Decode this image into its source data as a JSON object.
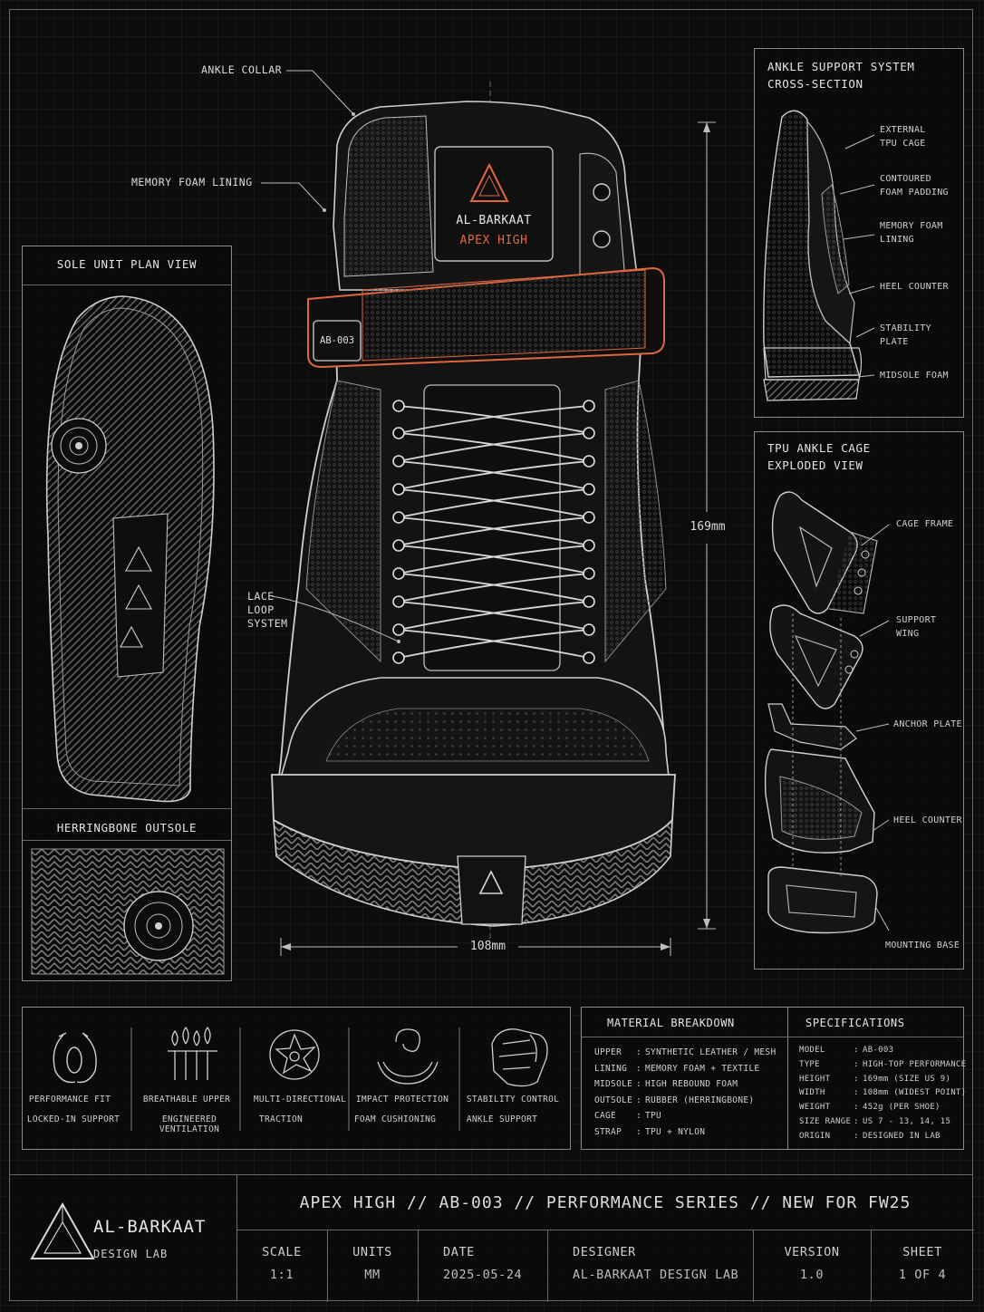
{
  "colors": {
    "accent": "#e0673f",
    "line": "#cfcfcf",
    "bg": "#0c0c0c"
  },
  "callouts": {
    "ankle_collar": "ANKLE COLLAR",
    "memory_foam_lining": "MEMORY FOAM LINING",
    "lace_loop_system": "LACE\nLOOP\nSYSTEM"
  },
  "shoe": {
    "brand_label": "AL-BARKAAT",
    "model_label": "APEX HIGH",
    "strap_tag": "AB-003",
    "height_dim": "169mm",
    "width_dim": "108mm"
  },
  "sole_panel": {
    "title": "SOLE UNIT PLAN VIEW",
    "outsole_title": "HERRINGBONE OUTSOLE"
  },
  "cross_section": {
    "title": "ANKLE SUPPORT SYSTEM\nCROSS-SECTION",
    "labels": [
      "EXTERNAL\nTPU CAGE",
      "CONTOURED\nFOAM PADDING",
      "MEMORY FOAM\nLINING",
      "HEEL COUNTER",
      "STABILITY PLATE",
      "MIDSOLE FOAM"
    ]
  },
  "cage": {
    "title": "TPU ANKLE CAGE\nEXPLODED VIEW",
    "labels": [
      "CAGE FRAME",
      "SUPPORT WING",
      "ANCHOR PLATE",
      "HEEL COUNTER",
      "MOUNTING BASE"
    ]
  },
  "features": [
    {
      "icon": "performance-fit-icon",
      "line1": "PERFORMANCE FIT",
      "line2": "LOCKED-IN SUPPORT"
    },
    {
      "icon": "breathable-upper-icon",
      "line1": "BREATHABLE UPPER",
      "line2": "ENGINEERED VENTILATION"
    },
    {
      "icon": "traction-icon",
      "line1": "MULTI-DIRECTIONAL",
      "line2": "TRACTION"
    },
    {
      "icon": "impact-protection-icon",
      "line1": "IMPACT PROTECTION",
      "line2": "FOAM CUSHIONING"
    },
    {
      "icon": "stability-control-icon",
      "line1": "STABILITY CONTROL",
      "line2": "ANKLE SUPPORT"
    }
  ],
  "materials": {
    "title": "MATERIAL BREAKDOWN",
    "rows": [
      {
        "k": "UPPER",
        "v": "SYNTHETIC LEATHER / MESH"
      },
      {
        "k": "LINING",
        "v": "MEMORY FOAM + TEXTILE"
      },
      {
        "k": "MIDSOLE",
        "v": "HIGH REBOUND FOAM"
      },
      {
        "k": "OUTSOLE",
        "v": "RUBBER (HERRINGBONE)"
      },
      {
        "k": "CAGE",
        "v": "TPU"
      },
      {
        "k": "STRAP",
        "v": "TPU + NYLON"
      }
    ]
  },
  "specs": {
    "title": "SPECIFICATIONS",
    "rows": [
      {
        "k": "MODEL",
        "v": "AB-003"
      },
      {
        "k": "TYPE",
        "v": "HIGH-TOP PERFORMANCE"
      },
      {
        "k": "HEIGHT",
        "v": "169mm (SIZE US 9)"
      },
      {
        "k": "WIDTH",
        "v": "108mm (WIDEST POINT)"
      },
      {
        "k": "WEIGHT",
        "v": "452g (PER SHOE)"
      },
      {
        "k": "SIZE RANGE",
        "v": "US 7 - 13, 14, 15"
      },
      {
        "k": "ORIGIN",
        "v": "DESIGNED IN LAB"
      }
    ]
  },
  "title_block": {
    "brand": "AL-BARKAAT",
    "sub": "DESIGN LAB",
    "headline": "APEX HIGH // AB-003 // PERFORMANCE SERIES // NEW FOR FW25",
    "cells": [
      {
        "k": "SCALE",
        "v": "1:1"
      },
      {
        "k": "UNITS",
        "v": "MM"
      },
      {
        "k": "DATE",
        "v": "2025-05-24"
      },
      {
        "k": "DESIGNER",
        "v": "AL-BARKAAT DESIGN LAB"
      },
      {
        "k": "VERSION",
        "v": "1.0"
      },
      {
        "k": "SHEET",
        "v": "1 OF 4"
      }
    ]
  }
}
